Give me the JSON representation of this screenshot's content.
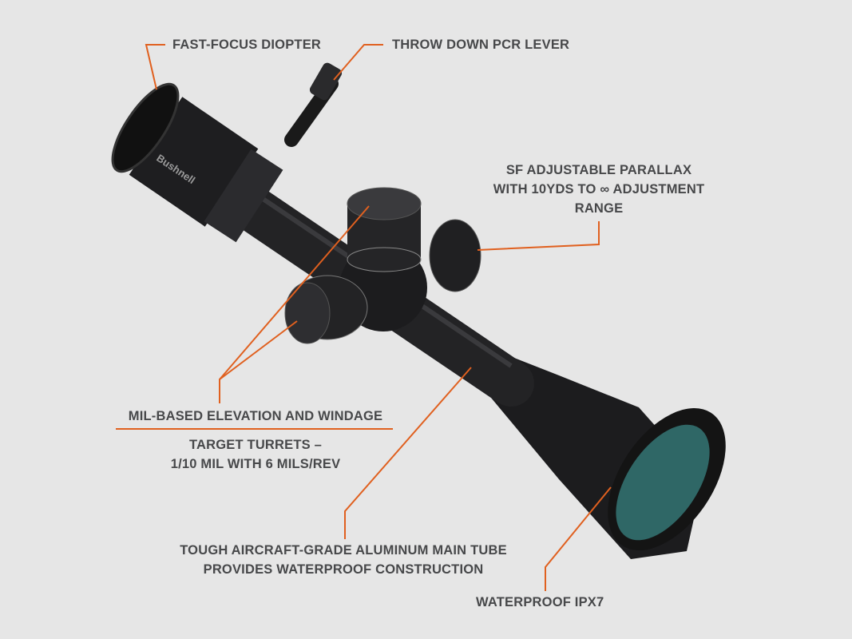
{
  "colors": {
    "background": "#e6e6e6",
    "text": "#47484a",
    "callout_line": "#e0601f",
    "scope_body": "#1e1e20",
    "lens": "#2f6766"
  },
  "product": {
    "brand": "Bushnell"
  },
  "callouts": {
    "diopter": "FAST-FOCUS DIOPTER",
    "pcr_lever": "THROW DOWN PCR LEVER",
    "parallax": {
      "line1": "SF ADJUSTABLE PARALLAX",
      "line2": "WITH 10YDS TO ∞ ADJUSTMENT",
      "line3": "RANGE"
    },
    "turrets": {
      "heading": "MIL-BASED ELEVATION AND WINDAGE",
      "line1": "TARGET TURRETS –",
      "line2": "1/10 MIL WITH 6 MILS/REV"
    },
    "main_tube": {
      "line1": "TOUGH AIRCRAFT-GRADE ALUMINUM MAIN TUBE",
      "line2": "PROVIDES WATERPROOF CONSTRUCTION"
    },
    "waterproof": "WATERPROOF IPX7"
  }
}
